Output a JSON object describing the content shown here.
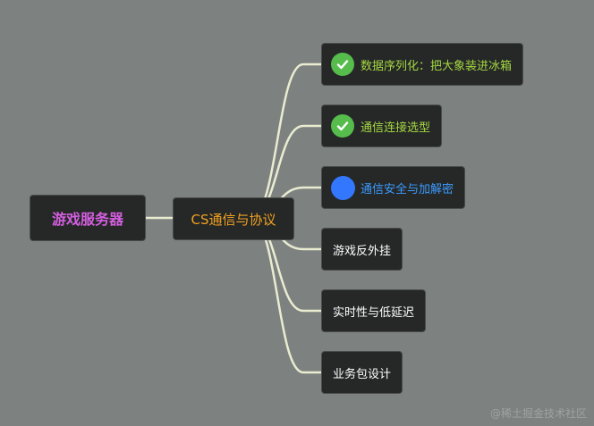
{
  "diagram": {
    "root": {
      "label": "游戏服务器"
    },
    "branch": {
      "label": "CS通信与协议"
    },
    "leaves": [
      {
        "label": "数据序列化：把大象装进冰箱",
        "icon": "check-circle-icon"
      },
      {
        "label": "通信连接选型",
        "icon": "check-circle-icon"
      },
      {
        "label": "通信安全与加解密",
        "icon": "blue-dot-icon"
      },
      {
        "label": "游戏反外挂",
        "icon": ""
      },
      {
        "label": "实时性与低延迟",
        "icon": ""
      },
      {
        "label": "业务包设计",
        "icon": ""
      }
    ]
  },
  "watermark": "@稀土掘金技术社区",
  "colors": {
    "background": "#7d8281",
    "node_bg": "#262828",
    "connector": "#e9ecd0",
    "root_text": "#d45fe0",
    "branch_text": "#f0a020",
    "done_text": "#a4d840",
    "in_progress_text": "#3b9bff",
    "todo_text": "#ffffff",
    "check_icon": "#56bc4c",
    "dot_icon": "#3477ff"
  }
}
